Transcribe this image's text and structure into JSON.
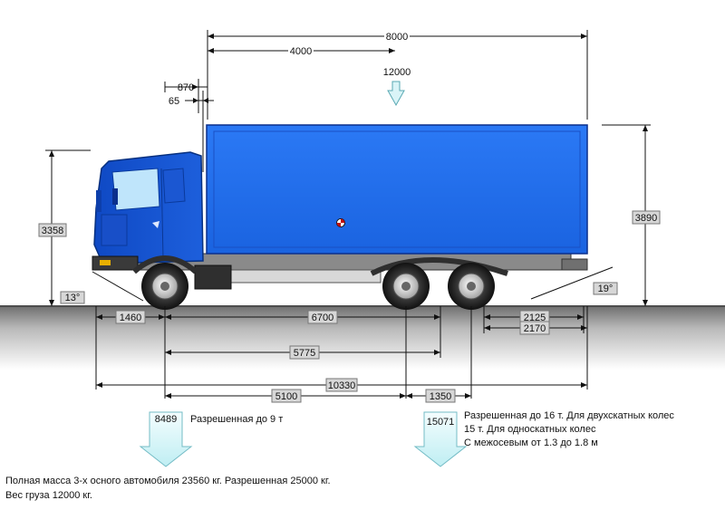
{
  "dimensions": {
    "length_total_body": "8000",
    "body_front_section": "4000",
    "cab_gap": "870",
    "cab_gap_small": "65",
    "cargo_load": "12000",
    "cab_height": "3358",
    "body_height": "3890",
    "front_overhang": "1460",
    "wheelbase": "6700",
    "rear_overhang_body": "2125",
    "rear_overhang_frame": "2170",
    "load_center": "5775",
    "overall_length": "10330",
    "front_to_mid": "5100",
    "axle_spacing": "1350",
    "approach_angle": "13°",
    "departure_angle": "19°"
  },
  "loads": {
    "front_axle_value": "8489",
    "front_axle_note": "Разрешенная до 9 т",
    "rear_axle_value": "15071",
    "rear_axle_note_1": "Разрешенная до 16 т. Для двухскатных колес",
    "rear_axle_note_2": "15 т. Для односкатных колес",
    "rear_axle_note_3": "С межосевым от 1.3 до 1.8 м"
  },
  "summary": {
    "line_1": "Полная масса 3-х осного автомобиля 23560 кг.  Разрешенная 25000 кг.",
    "line_2": "Вес груза 12000 кг."
  },
  "colors": {
    "cab_blue": "#1a57d6",
    "body_blue": "#1e6ef0",
    "arrow_fill": "#d7f5f8",
    "ground": "#7a7a7a"
  }
}
